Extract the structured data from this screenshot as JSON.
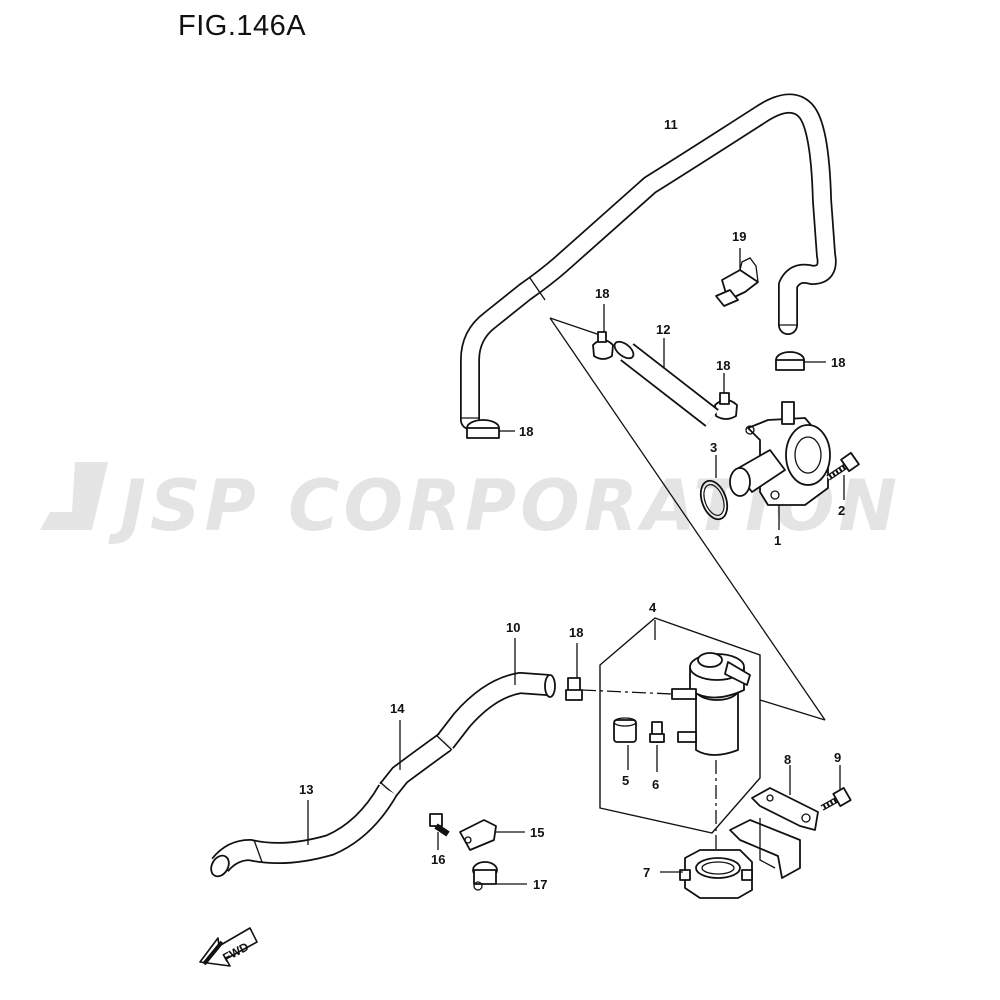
{
  "figure": {
    "title": "FIG.146A"
  },
  "watermark": {
    "text": "JSP CORPORATION",
    "color": "#d8d8d8"
  },
  "fwd_label": "FWD",
  "callouts": [
    "1",
    "2",
    "3",
    "4",
    "5",
    "6",
    "7",
    "8",
    "9",
    "10",
    "11",
    "12",
    "13",
    "14",
    "15",
    "16",
    "17",
    "18",
    "19"
  ]
}
